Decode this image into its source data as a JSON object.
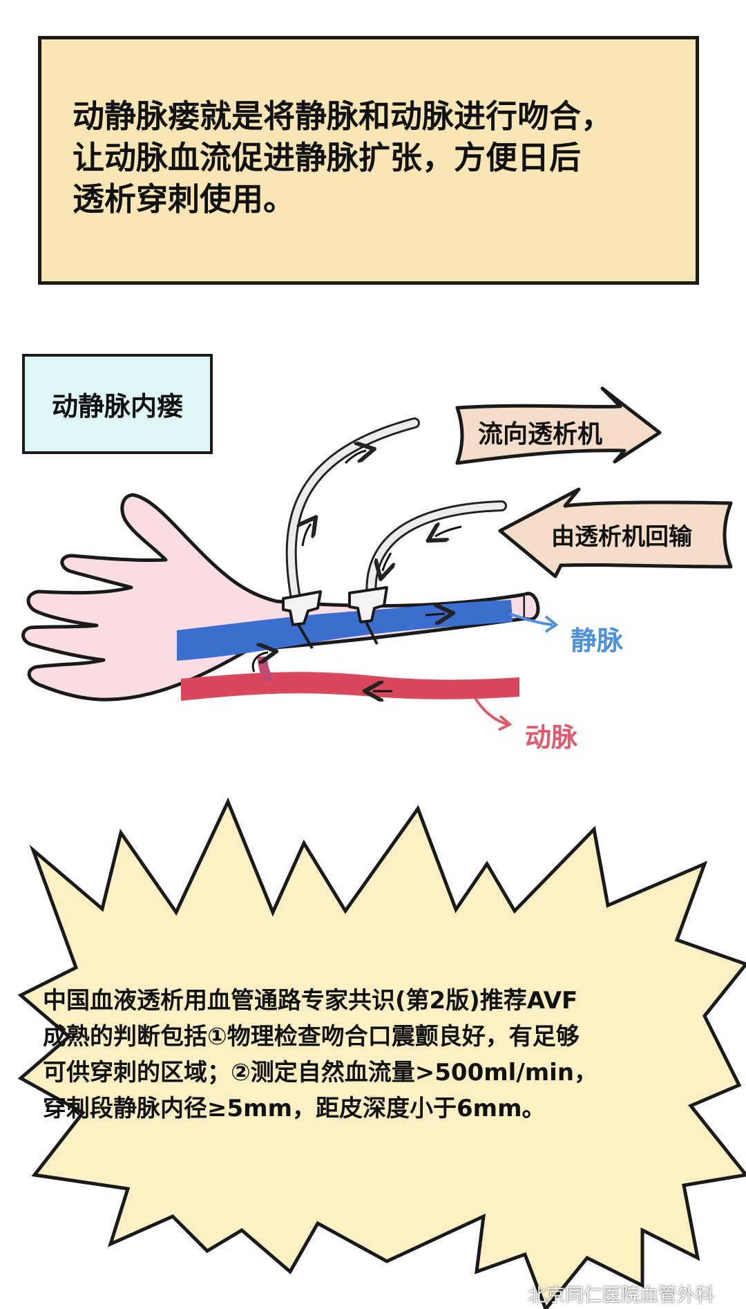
{
  "intro": {
    "lines": [
      "动静脉瘘就是将静脉和动脉进行吻合，",
      "让动脉血流促进静脉扩张，方便日后",
      "透析穿刺使用。"
    ]
  },
  "diagram": {
    "title": "动静脉内瘘",
    "arrow_out_label": "流向透析机",
    "arrow_in_label": "由透析机回输",
    "vein_label": "静脉",
    "artery_label": "动脉",
    "colors": {
      "vein": "#3a6fd0",
      "artery": "#d9485c",
      "skin": "#fadde2",
      "arrow_fill": "#f3ddc8",
      "box_bg": "#f8e6b4",
      "label_bg": "#def6f6"
    }
  },
  "guideline": {
    "lines": [
      "中国血液透析用血管通路专家共识(第2版)推荐AVF",
      "成熟的判断包括①物理检查吻合口震颤良好，有足够",
      "可供穿刺的区域；②测定自然血流量>500ml/min，",
      "穿刺段静脉内径≥5mm，距皮深度小于6mm。"
    ]
  },
  "watermark": {
    "text": "北京同仁医院血管外科",
    "icon": "wechat-icon"
  }
}
